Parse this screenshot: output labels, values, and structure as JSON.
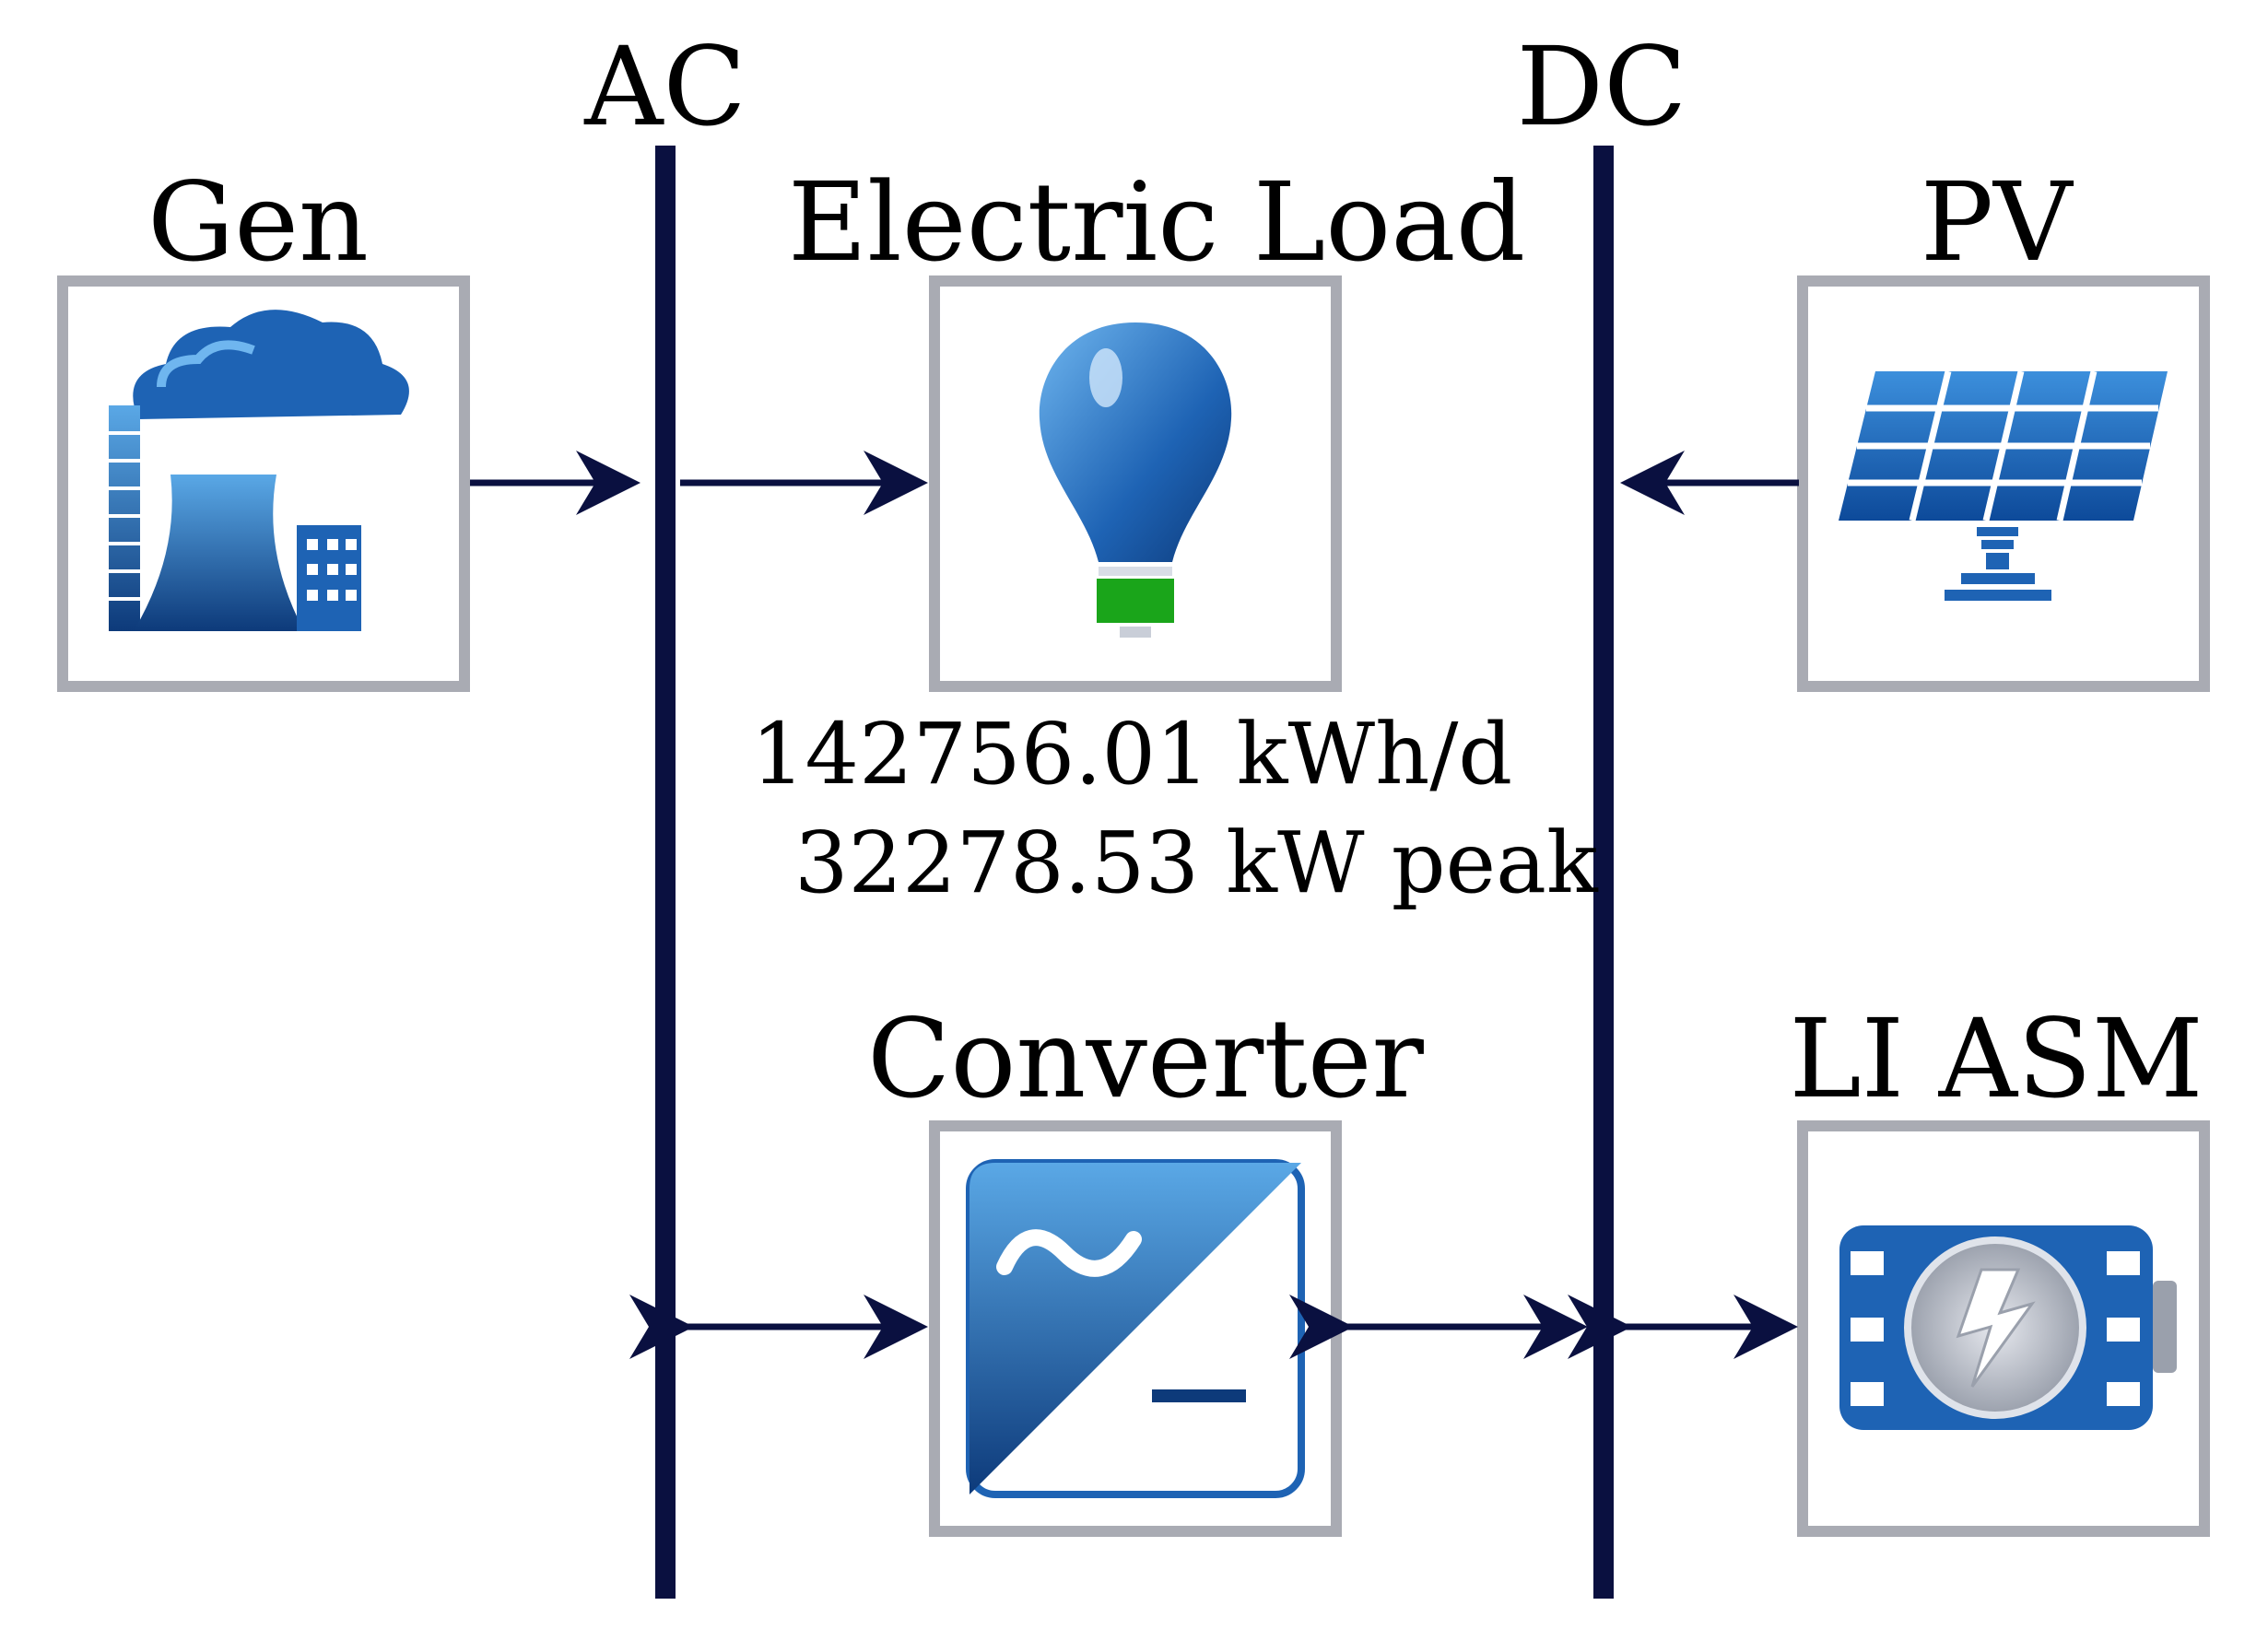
{
  "buses": {
    "ac_label": "AC",
    "dc_label": "DC"
  },
  "components": {
    "gen": {
      "label": "Gen",
      "icon": "power-plant-icon"
    },
    "load": {
      "label": "Electric Load",
      "icon": "light-bulb-icon"
    },
    "pv": {
      "label": "PV",
      "icon": "solar-panel-icon"
    },
    "converter": {
      "label": "Converter",
      "icon": "converter-icon"
    },
    "battery": {
      "label": "LI ASM",
      "icon": "battery-icon"
    }
  },
  "load_stats": {
    "daily_energy": "142756.01 kWh/d",
    "peak_power": "32278.53 kW peak"
  },
  "colors": {
    "bus_line": "#0a1040",
    "box_border": "#a9abb3",
    "icon_blue": "#1e63b4",
    "icon_dark_blue": "#0d3a7a",
    "icon_light_blue": "#5aa8e6",
    "bulb_base_green": "#1aa51a"
  }
}
